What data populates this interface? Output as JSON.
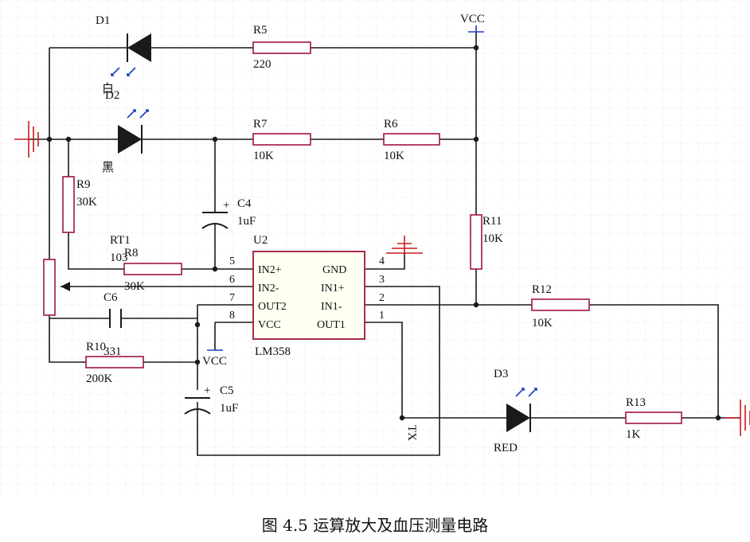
{
  "diagram": {
    "components": {
      "d1": {
        "ref": "D1",
        "note": "白"
      },
      "d2": {
        "ref": "D2",
        "note": "黑"
      },
      "d3": {
        "ref": "D3",
        "value": "RED"
      },
      "r5": {
        "ref": "R5",
        "value": "220"
      },
      "r6": {
        "ref": "R6",
        "value": "10K"
      },
      "r7": {
        "ref": "R7",
        "value": "10K"
      },
      "r8": {
        "ref": "R8",
        "value": "30K"
      },
      "r9": {
        "ref": "R9",
        "value": "30K"
      },
      "r10": {
        "ref": "R10",
        "value": "200K"
      },
      "r11": {
        "ref": "R11",
        "value": "10K"
      },
      "r12": {
        "ref": "R12",
        "value": "10K"
      },
      "r13": {
        "ref": "R13",
        "value": "1K"
      },
      "rt1": {
        "ref": "RT1",
        "value": "103"
      },
      "c4": {
        "ref": "C4",
        "value": "1uF",
        "polarity": "+"
      },
      "c5": {
        "ref": "C5",
        "value": "1uF",
        "polarity": "+"
      },
      "c6": {
        "ref": "C6",
        "value": "331"
      },
      "u2": {
        "ref": "U2",
        "part": "LM358",
        "pins_left": [
          {
            "num": "5",
            "name": "IN2+"
          },
          {
            "num": "6",
            "name": "IN2-"
          },
          {
            "num": "7",
            "name": "OUT2"
          },
          {
            "num": "8",
            "name": "VCC"
          }
        ],
        "pins_right": [
          {
            "num": "4",
            "name": "GND"
          },
          {
            "num": "3",
            "name": "IN1+"
          },
          {
            "num": "2",
            "name": "IN1-"
          },
          {
            "num": "1",
            "name": "OUT1"
          }
        ]
      }
    },
    "nets": {
      "vcc_top": "VCC",
      "vcc_chip": "VCC",
      "output_tag": "TX"
    }
  },
  "caption": "图 4.5 运算放大及血压测量电路"
}
